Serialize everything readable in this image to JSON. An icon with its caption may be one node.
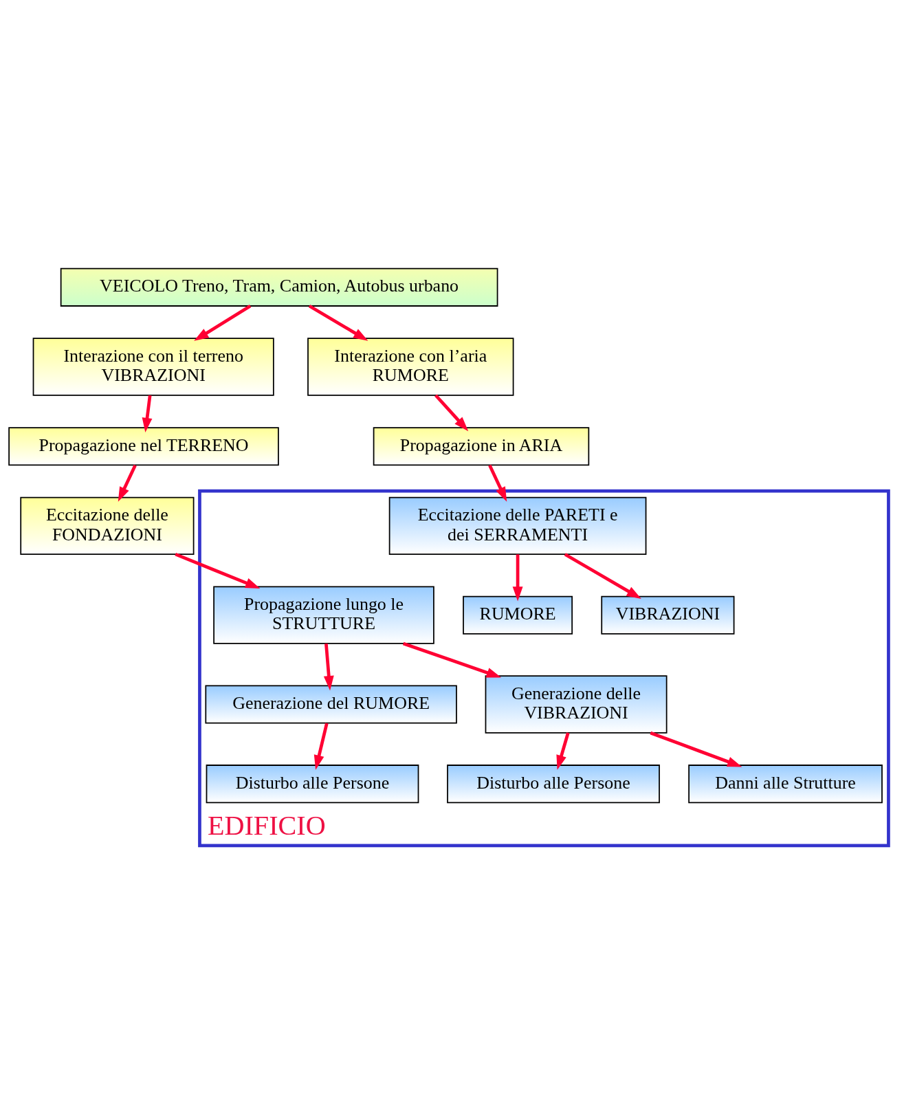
{
  "diagram": {
    "nodes": [
      {
        "text": [
          "VEICOLO Treno, Tram, Camion, Autobus urbano"
        ]
      },
      {
        "text": [
          "Interazione con il terreno VIBRAZIONI"
        ]
      },
      {
        "text": [
          "Interazione con l’aria RUMORE"
        ]
      },
      {
        "text": [
          "Propagazione nel TERRENO"
        ]
      },
      {
        "text": [
          "Propagazione in ARIA"
        ]
      },
      {
        "text": [
          "Eccitazione delle FONDAZIONI"
        ]
      },
      {
        "text": [
          "EDIFICIO"
        ]
      },
      {
        "text": [
          "Eccitazione delle PARETI e dei SERRAMENTI"
        ],
        "in": 6
      },
      {
        "text": [
          "RUMORE"
        ],
        "in": 6
      },
      {
        "text": [
          "VIBRAZIONI"
        ],
        "in": 6
      },
      {
        "text": [
          "Propagazione lungo le STRUTTURE"
        ],
        "in": 6
      },
      {
        "text": [
          "Generazione del RUMORE"
        ],
        "in": 6
      },
      {
        "text": [
          "Disturbo alle Persone"
        ],
        "in": 6
      },
      {
        "text": [
          "Generazione delle VIBRAZIONI"
        ],
        "in": 6
      },
      {
        "text": [
          "Disturbo alle Persone"
        ],
        "in": 6
      },
      {
        "text": [
          "Danni alle Strutture"
        ],
        "in": 6
      }
    ],
    "edges": [
      {
        "from": 0,
        "to": 1,
        "arrow": "to"
      },
      {
        "from": 0,
        "to": 2,
        "arrow": "to"
      },
      {
        "from": 1,
        "to": 3,
        "arrow": "to"
      },
      {
        "from": 2,
        "to": 4,
        "arrow": "to"
      },
      {
        "from": 3,
        "to": 5,
        "arrow": "to"
      },
      {
        "from": 4,
        "to": 7,
        "arrow": "to"
      },
      {
        "from": 5,
        "to": 10,
        "arrow": "to"
      },
      {
        "from": 7,
        "to": 8,
        "arrow": "to"
      },
      {
        "from": 7,
        "to": 9,
        "arrow": "to"
      },
      {
        "from": 10,
        "to": 11,
        "arrow": "to"
      },
      {
        "from": 10,
        "to": 13,
        "arrow": "to"
      },
      {
        "from": 11,
        "to": 12,
        "arrow": "to"
      },
      {
        "from": 13,
        "to": 14,
        "arrow": "to"
      },
      {
        "from": 13,
        "to": 15,
        "arrow": "to"
      }
    ]
  }
}
